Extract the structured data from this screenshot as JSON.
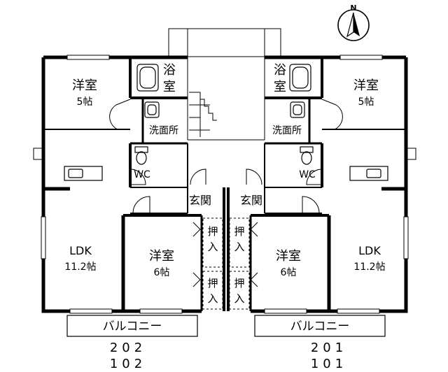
{
  "compass": {
    "label": "N",
    "icon": "north-arrow-icon"
  },
  "units": {
    "left": {
      "numbers": [
        "202",
        "102"
      ]
    },
    "right": {
      "numbers": [
        "201",
        "101"
      ]
    }
  },
  "rooms": {
    "bedroom_small_left": {
      "name": "洋室",
      "size": "5帖"
    },
    "bedroom_small_right": {
      "name": "洋室",
      "size": "5帖"
    },
    "bath_left": {
      "l1": "浴",
      "l2": "室"
    },
    "bath_right": {
      "l1": "浴",
      "l2": "室"
    },
    "washroom_left": {
      "name": "洗面所"
    },
    "washroom_right": {
      "name": "洗面所"
    },
    "wc_left": {
      "name": "WC"
    },
    "wc_right": {
      "name": "WC"
    },
    "ldk_left": {
      "name": "LDK",
      "size": "11.2帖"
    },
    "ldk_right": {
      "name": "LDK",
      "size": "11.2帖"
    },
    "entrance_left": {
      "name": "玄関"
    },
    "entrance_right": {
      "name": "玄関"
    },
    "bedroom_large_left": {
      "name": "洋室",
      "size": "6帖"
    },
    "bedroom_large_right": {
      "name": "洋室",
      "size": "6帖"
    },
    "closet": {
      "l1": "押",
      "l2": "入"
    },
    "balcony_left": {
      "name": "バルコニー"
    },
    "balcony_right": {
      "name": "バルコニー"
    }
  }
}
